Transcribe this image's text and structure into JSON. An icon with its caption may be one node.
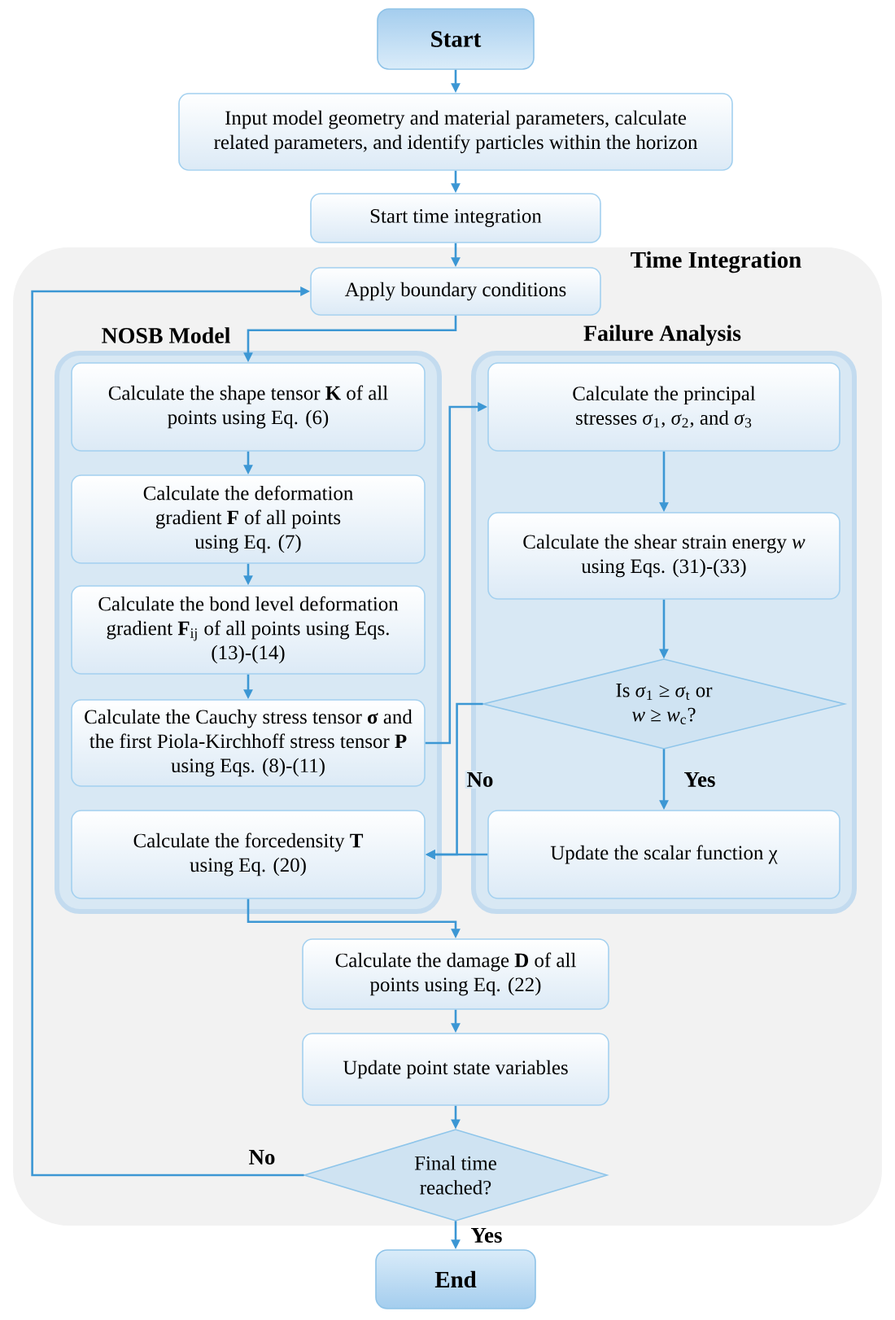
{
  "diagram": {
    "nodes": [
      {
        "text": [
          "Start"
        ]
      },
      {
        "text": [
          "Input model geometry and material parameters, calculate related parameters, and identify particles within the horizon"
        ]
      },
      {
        "text": [
          "Start time integration"
        ]
      },
      {
        "text": [
          "Time Integration"
        ]
      },
      {
        "text": [
          "Apply boundary conditions"
        ],
        "in": 3
      },
      {
        "text": [
          "NOSB Model"
        ],
        "in": 3
      },
      {
        "text": [
          "Calculate the shape tensor **K** of all points using Eq. (6)"
        ],
        "in": 5
      },
      {
        "text": [
          "Calculate the deformation gradient **F** of all points using Eq. (7)"
        ],
        "in": 5
      },
      {
        "text": [
          "Calculate the bond level deformation gradient **F**$_{ij}$ of all points using Eqs. (13)-(14)"
        ],
        "in": 5
      },
      {
        "text": [
          "Calculate the Cauchy stress tensor **σ** and the first Piola-Kirchhoff stress tensor **P** using Eqs. (8)-(11)"
        ],
        "in": 5
      },
      {
        "text": [
          "Calculate the forcedensity **T** using Eq. (20)"
        ],
        "in": 5
      },
      {
        "text": [
          "Failure Analysis"
        ],
        "in": 3
      },
      {
        "text": [
          "Calculate the principal stresses *σ*$_{1}$, *σ*$_{2}$, and *σ*$_{3}$"
        ],
        "in": 11
      },
      {
        "text": [
          "Calculate the shear strain energy *w* using Eqs. (31)-(33)"
        ],
        "in": 11
      },
      {
        "text": [
          "Is *σ*$_{1}$ ≥ *σ*$_{t}$ or *w* ≥ *w*$_{c}$?"
        ],
        "in": 11
      },
      {
        "text": [
          "Update the scalar function χ"
        ],
        "in": 11
      },
      {
        "text": [
          "Calculate the damage **D** of all points using Eq. (22)"
        ],
        "in": 3
      },
      {
        "text": [
          "Update point state variables"
        ],
        "in": 3
      },
      {
        "text": [
          "Final time reached?"
        ],
        "in": 3
      },
      {
        "text": [
          "End"
        ]
      }
    ],
    "edges": [
      {
        "from": 0,
        "to": 1,
        "arrow": "to"
      },
      {
        "from": 1,
        "to": 2,
        "arrow": "to"
      },
      {
        "from": 2,
        "to": 4,
        "arrow": "to"
      },
      {
        "from": 4,
        "to": 6,
        "arrow": "to"
      },
      {
        "from": 6,
        "to": 7,
        "arrow": "to"
      },
      {
        "from": 7,
        "to": 8,
        "arrow": "to"
      },
      {
        "from": 8,
        "to": 9,
        "arrow": "to"
      },
      {
        "from": 9,
        "to": 12,
        "arrow": "to"
      },
      {
        "from": 12,
        "to": 13,
        "arrow": "to"
      },
      {
        "from": 13,
        "to": 14,
        "arrow": "to"
      },
      {
        "from": 14,
        "to": 15,
        "arrow": "to",
        "label": "Yes"
      },
      {
        "from": 14,
        "to": 10,
        "arrow": "to",
        "label": "No"
      },
      {
        "from": 15,
        "to": 10,
        "arrow": "to"
      },
      {
        "from": 10,
        "to": 16,
        "arrow": "to"
      },
      {
        "from": 16,
        "to": 17,
        "arrow": "to"
      },
      {
        "from": 17,
        "to": 18,
        "arrow": "to"
      },
      {
        "from": 18,
        "to": 4,
        "arrow": "to",
        "label": "No"
      },
      {
        "from": 18,
        "to": 19,
        "arrow": "to",
        "label": "Yes"
      }
    ]
  }
}
